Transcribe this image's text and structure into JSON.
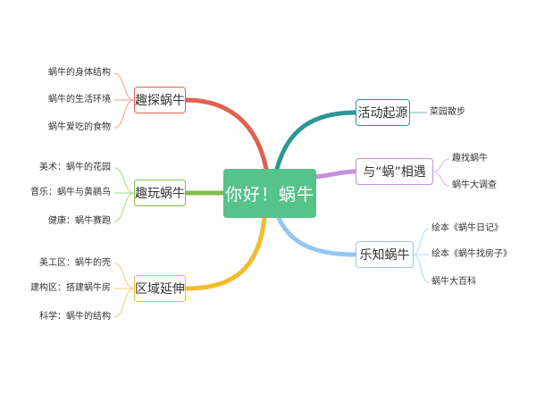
{
  "center": {
    "label": "你好！蜗牛",
    "color": "#55c38a"
  },
  "branches": [
    {
      "id": "qutan",
      "label": "趣探蜗牛",
      "color": "#e06150",
      "leaves": [
        "蜗牛的身体结构",
        "蜗牛的生活环境",
        "蜗牛爱吃的食物"
      ]
    },
    {
      "id": "quwan",
      "label": "趣玩蜗牛",
      "color": "#82bf4a",
      "leaves": [
        "美术：蜗牛的花园",
        "音乐：蜗牛与黄鹂鸟",
        "健康：蜗牛赛跑"
      ]
    },
    {
      "id": "quyu",
      "label": "区域延伸",
      "color": "#f2bc2c",
      "leaves": [
        "美工区：蜗牛的壳",
        "建构区：搭建蜗牛房",
        "科学：蜗牛的结构"
      ]
    },
    {
      "id": "huodong",
      "label": "活动起源",
      "color": "#2e9696",
      "leaves": [
        "菜园散步"
      ]
    },
    {
      "id": "xiangyu",
      "label": "与“蜗”相遇",
      "color": "#c98fdc",
      "leaves": [
        "趣找蜗牛",
        "蜗牛大调查"
      ]
    },
    {
      "id": "lezhi",
      "label": "乐知蜗牛",
      "color": "#96c6f0",
      "leaves": [
        "绘本《蜗牛日记》",
        "绘本《蜗牛找房子》",
        "蜗牛大百科"
      ]
    }
  ]
}
